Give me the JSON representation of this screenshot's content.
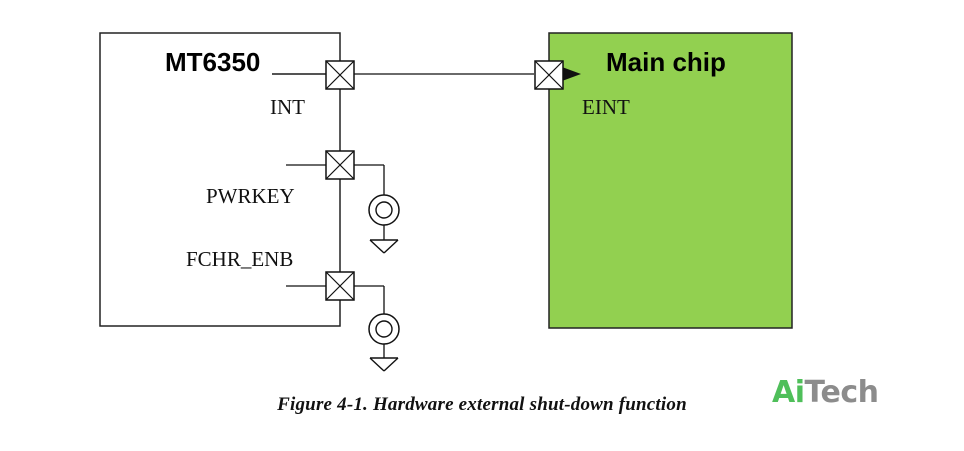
{
  "diagram": {
    "left_block": {
      "title": "MT6350",
      "pins": [
        {
          "label": "INT"
        },
        {
          "label": "PWRKEY"
        },
        {
          "label": "FCHR_ENB"
        }
      ]
    },
    "right_block": {
      "title": "Main chip",
      "fill_color": "#92d050",
      "pin": {
        "label": "EINT"
      }
    },
    "connection": {
      "from": "INT",
      "to": "EINT"
    },
    "symbols": {
      "pad": "crossed-box-pad-icon",
      "switch": "ground-switch-icon"
    }
  },
  "caption": "Figure 4-1. Hardware external shut-down function",
  "logo": {
    "part1": "Ai",
    "part2": "Tech",
    "part1_color": "#4fbf5a",
    "part2_color": "#8c8c8c"
  }
}
